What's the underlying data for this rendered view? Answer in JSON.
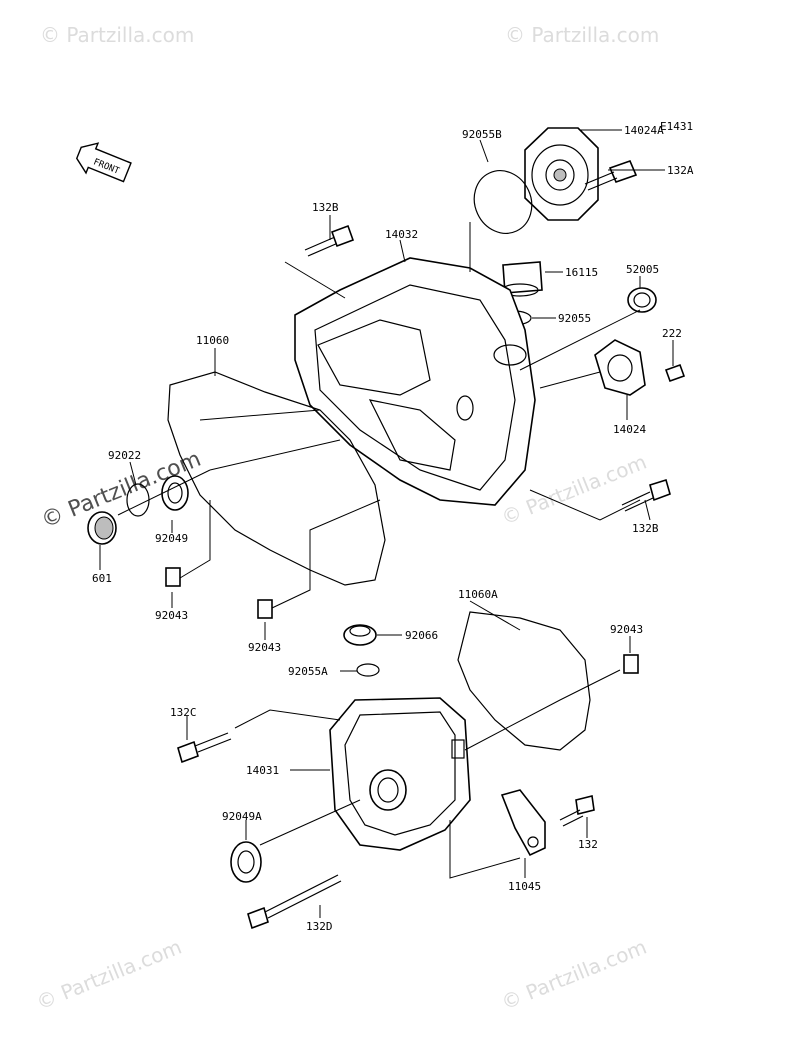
{
  "diagram_code": "E1431",
  "front_label": "FRONT",
  "watermark": "© Partzilla.com",
  "callouts": {
    "p92055B": "92055B",
    "p14024A": "14024A",
    "p132A": "132A",
    "p132B_top": "132B",
    "p14032": "14032",
    "p16115": "16115",
    "p52005": "52005",
    "p92055": "92055",
    "p222": "222",
    "p14024": "14024",
    "p11060": "11060",
    "p92022": "92022",
    "p92049": "92049",
    "p601": "601",
    "p132B_right": "132B",
    "p92043_left": "92043",
    "p92043_mid": "92043",
    "p11060A": "11060A",
    "p92043_right": "92043",
    "p92066": "92066",
    "p92055A": "92055A",
    "p132C": "132C",
    "p14031": "14031",
    "p92049A": "92049A",
    "p132": "132",
    "p11045": "11045",
    "p132D": "132D"
  }
}
